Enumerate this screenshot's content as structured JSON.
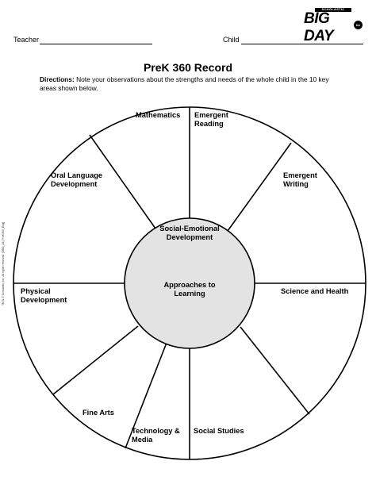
{
  "logo": {
    "brand": "SCHOLASTIC",
    "word": "BIG DAY",
    "badge": "for PreK"
  },
  "header": {
    "teacher_label": "Teacher",
    "child_label": "Child"
  },
  "title": "PreK 360 Record",
  "directions": {
    "label": "Directions:",
    "text": "Note your observations about the strengths and needs of the whole child in the 10 key areas shown below."
  },
  "copyright": "TM & © Scholastic Inc. All rights reserved. [DBD_All_PreK360_Eng]",
  "areas": {
    "mathematics": "Mathematics",
    "emergent_reading": "Emergent Reading",
    "oral_language": "Oral Language Development",
    "emergent_writing": "Emergent Writing",
    "physical": "Physical Development",
    "science_health": "Science and Health",
    "fine_arts": "Fine Arts",
    "technology_media": "Technology & Media",
    "social_studies": "Social Studies",
    "social_emotional": "Social-Emotional Development",
    "approaches": "Approaches to Learning"
  }
}
